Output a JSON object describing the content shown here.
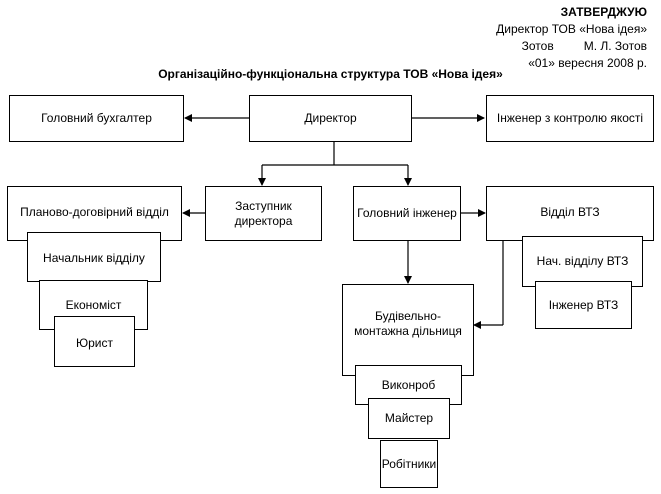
{
  "approval": {
    "heading": "ЗАТВЕРДЖУЮ",
    "position": "Директор ТОВ «Нова ідея»",
    "signature_name": "Зотов",
    "signature_full": "М. Л. Зотов",
    "date": "«01» вересня 2008 р."
  },
  "title": "Організаційно-функціональна структура ТОВ «Нова ідея»",
  "boxes": {
    "director": "Директор",
    "chief_accountant": "Головний бухгалтер",
    "quality_engineer": "Інженер з контролю якості",
    "planning_department": "Планово-договірний відділ",
    "department_head": "Начальник відділу",
    "economist": "Економіст",
    "lawyer": "Юрист",
    "deputy_director": "Заступник директора",
    "chief_engineer": "Головний інженер",
    "construction_site": "Будівельно-монтажна дільниця",
    "works_manager": "Виконроб",
    "foreman": "Майстер",
    "workers": "Робітники",
    "vtz_department": "Відділ ВТЗ",
    "vtz_head": "Нач. відділу ВТЗ",
    "vtz_engineer": "Інженер ВТЗ"
  }
}
